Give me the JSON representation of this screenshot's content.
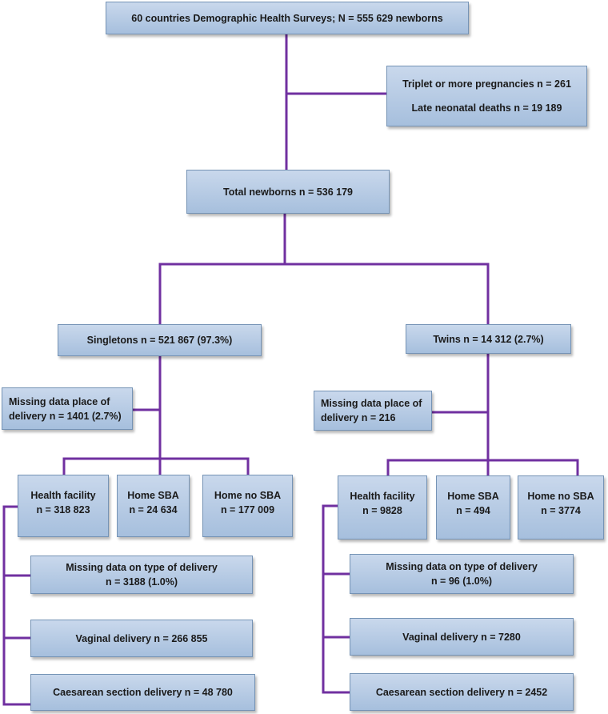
{
  "top": {
    "text": "60 countries Demographic Health Surveys; N = 555 629 newborns"
  },
  "excluded": {
    "line1": "Triplet or more pregnancies n = 261",
    "line2": "Late neonatal deaths n = 19 189"
  },
  "total": {
    "text": "Total newborns n = 536 179"
  },
  "singletons": {
    "label": "Singletons n = 521 867 (97.3%)",
    "missing_place": {
      "line1": "Missing data place of",
      "line2": "delivery n = 1401 (2.7%)"
    },
    "health_facility": {
      "line1": "Health facility",
      "line2": "n = 318 823"
    },
    "home_sba": {
      "line1": "Home SBA",
      "line2": "n = 24 634"
    },
    "home_no_sba": {
      "line1": "Home no SBA",
      "line2": "n = 177 009"
    },
    "missing_type": {
      "line1": "Missing data on type of delivery",
      "line2": "n = 3188 (1.0%)"
    },
    "vaginal": {
      "text": "Vaginal delivery n = 266 855"
    },
    "caesarean": {
      "text": "Caesarean section delivery n = 48 780"
    }
  },
  "twins": {
    "label": "Twins n = 14 312 (2.7%)",
    "missing_place": {
      "line1": "Missing data place of",
      "line2": "delivery n = 216"
    },
    "health_facility": {
      "line1": "Health facility",
      "line2": "n = 9828"
    },
    "home_sba": {
      "line1": "Home SBA",
      "line2": "n = 494"
    },
    "home_no_sba": {
      "line1": "Home no SBA",
      "line2": "n = 3774"
    },
    "missing_type": {
      "line1": "Missing data on type of delivery",
      "line2": "n = 96 (1.0%)"
    },
    "vaginal": {
      "text": "Vaginal delivery n = 7280"
    },
    "caesarean": {
      "text": "Caesarean section delivery n = 2452"
    }
  },
  "colors": {
    "connector": "#7030a0",
    "box_fill_top": "#c9d8ec",
    "box_fill_bottom": "#a6bfdd",
    "box_border": "#7593b5"
  }
}
